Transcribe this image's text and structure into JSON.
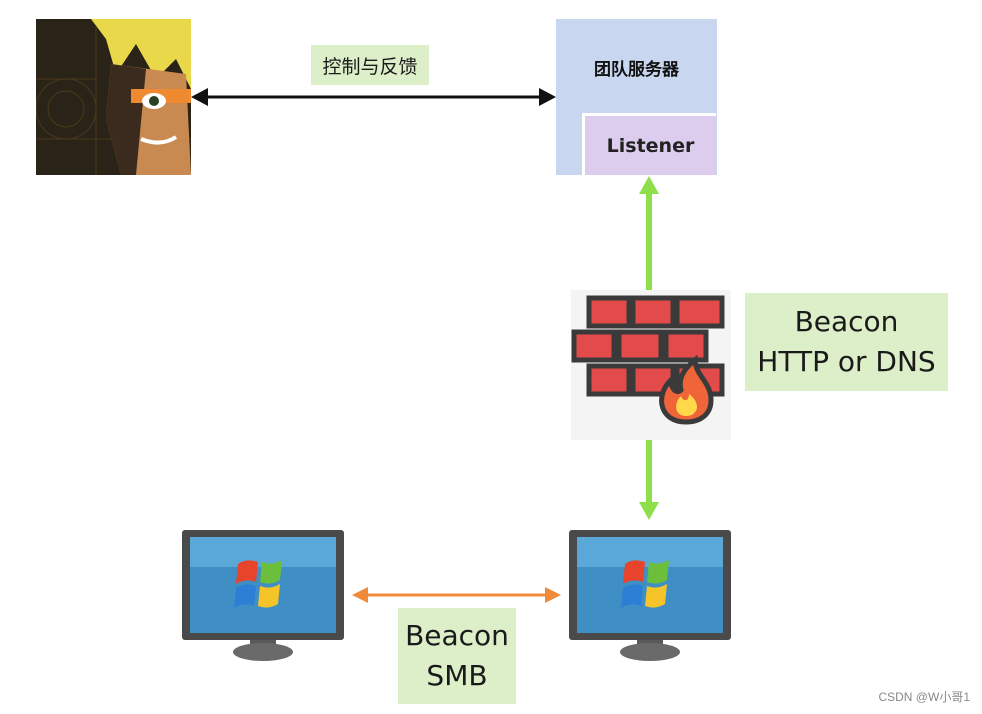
{
  "diagram": {
    "top_link_label": "控制与反馈",
    "server_title": "团队服务器",
    "listener_label": "Listener",
    "firewall_label": {
      "line1": "Beacon",
      "line2": "HTTP or DNS"
    },
    "smb_label": {
      "line1": "Beacon",
      "line2": "SMB"
    },
    "icons": [
      "operator-avatar-icon",
      "firewall-icon",
      "windows-monitor-icon"
    ],
    "colors": {
      "label_bg": "#dcefc8",
      "server_bg": "#c8d6ef",
      "listener_bg": "#dccdee",
      "green_arrow": "#8ee04a",
      "orange_arrow": "#ef8a3a",
      "black_arrow": "#111111",
      "brick": "#e34b4b"
    }
  },
  "watermark": "CSDN @W小哥1"
}
